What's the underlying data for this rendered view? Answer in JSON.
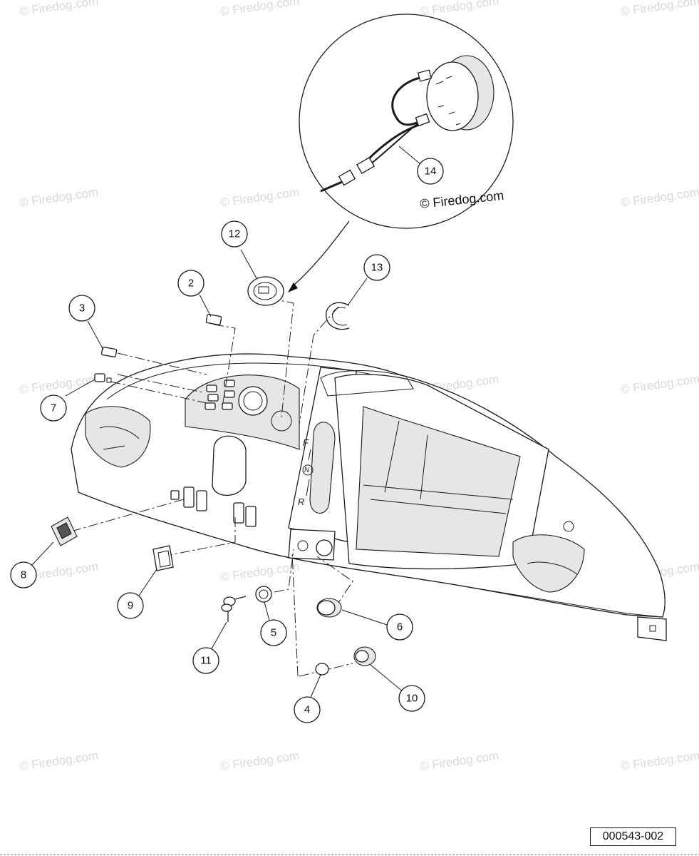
{
  "watermark": "© Firedog.com",
  "copyright": "© Firedog.com",
  "part_number": "000543-002",
  "direction_labels": {
    "forward": "F",
    "neutral": "N",
    "reverse": "R"
  },
  "callouts": [
    "2",
    "3",
    "4",
    "5",
    "6",
    "7",
    "8",
    "9",
    "10",
    "11",
    "12",
    "13",
    "14"
  ]
}
